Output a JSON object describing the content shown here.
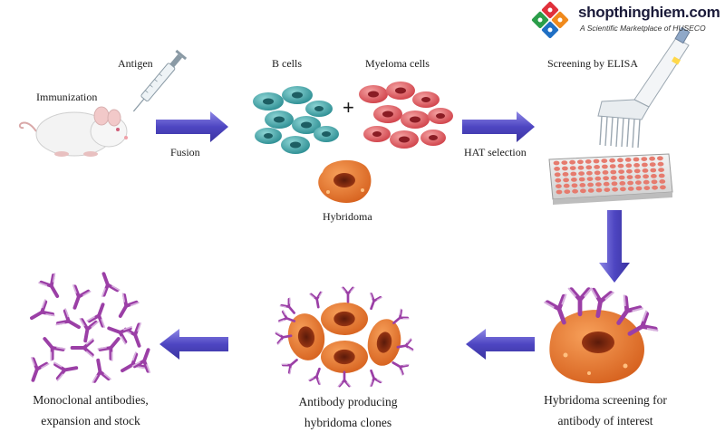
{
  "brand": {
    "name": "shopthinghiem.com",
    "tagline": "A Scientific Marketplace of HUSECO"
  },
  "steps": {
    "immunization": "Immunization",
    "antigen": "Antigen",
    "fusion": "Fusion",
    "b_cells": "B cells",
    "plus": "+",
    "myeloma_cells": "Myeloma cells",
    "hybridoma": "Hybridoma",
    "hat_selection": "HAT selection",
    "screening_elisa": "Screening by ELISA",
    "hybridoma_screening": [
      "Hybridoma screening for",
      "antibody of interest"
    ],
    "antibody_clones": [
      "Antibody producing",
      "hybridoma clones"
    ],
    "monoclonal": [
      "Monoclonal antibodies,",
      "expansion and stock"
    ]
  },
  "colors": {
    "arrow": "#5a52c8",
    "b_cell": "#3aa5a8",
    "myeloma_cell": "#e05a5e",
    "hybridoma": "#e5782e",
    "antibody": "#9b3fa6",
    "elisa_well": "#e67b6e"
  }
}
